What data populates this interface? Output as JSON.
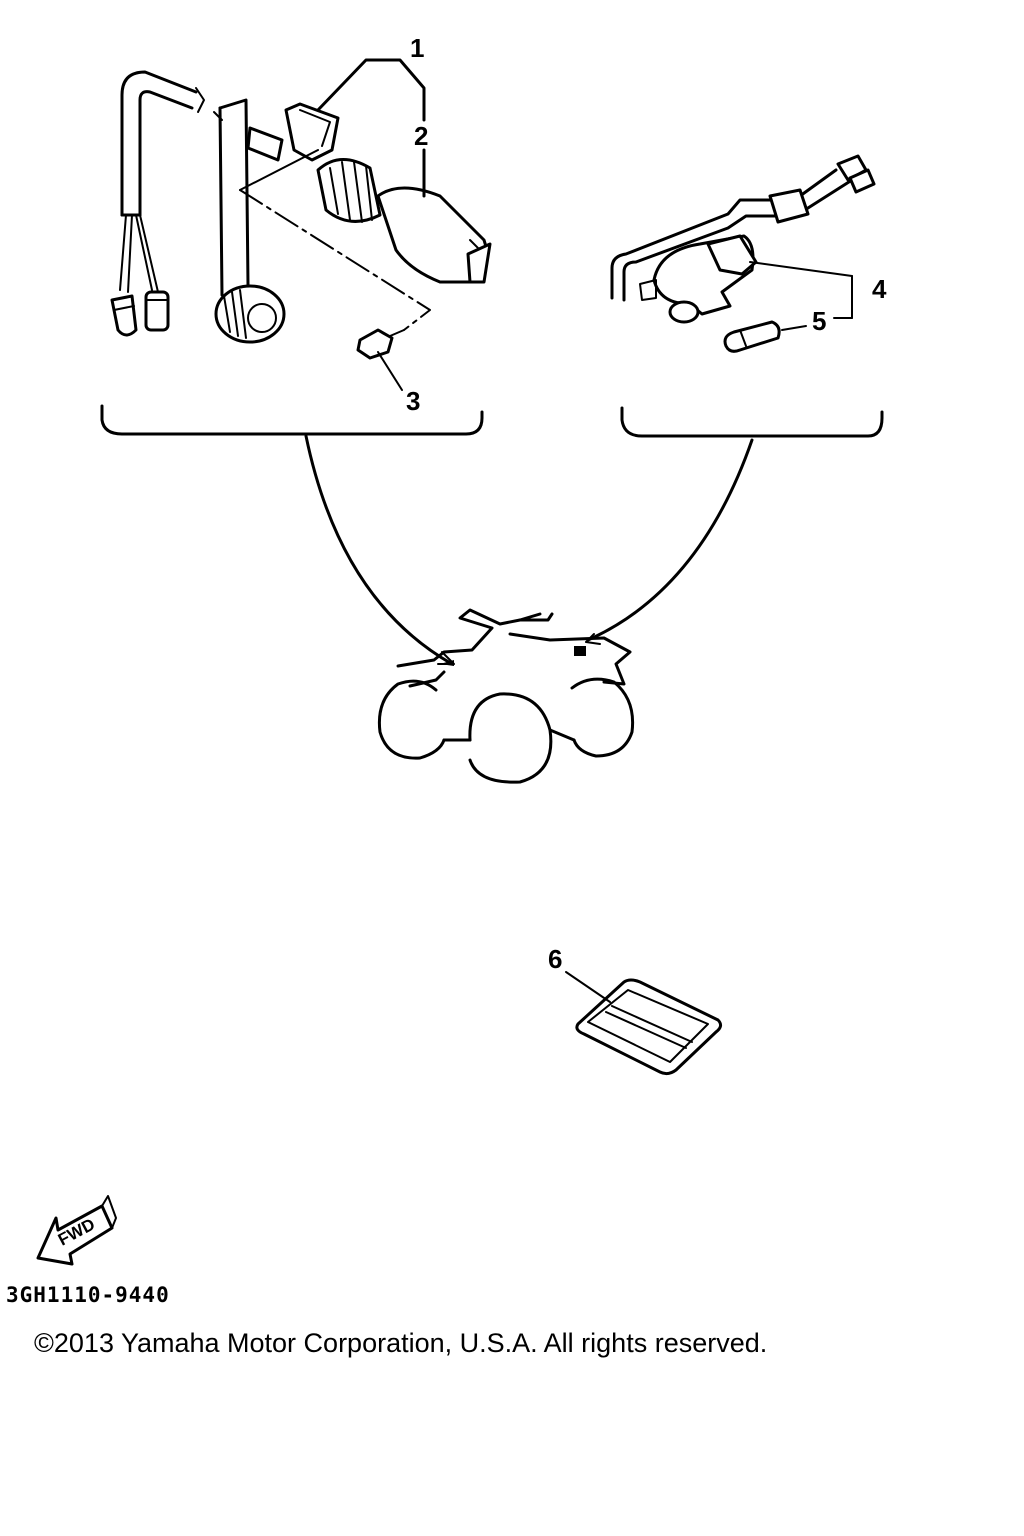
{
  "callouts": {
    "c1": "1",
    "c2": "2",
    "c3": "3",
    "c4": "4",
    "c5": "5",
    "c6": "6"
  },
  "fwd_label": "FWD",
  "part_code": "3GH1110-9440",
  "copyright": "©2013 Yamaha Motor Corporation, U.S.A. All rights reserved."
}
